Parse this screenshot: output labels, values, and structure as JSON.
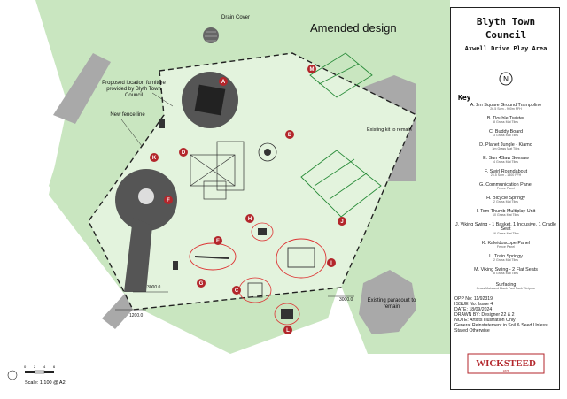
{
  "title": {
    "line1": "Blyth Town",
    "line2": "Council",
    "subtitle": "Axwell Drive Play Area"
  },
  "north_arrow": "N",
  "key_heading": "Key",
  "key_items": [
    {
      "letter": "A",
      "name": "2m Square Ground Trampoline",
      "sub": "26.5 Sqm - 900m FFH"
    },
    {
      "letter": "B",
      "name": "Double Twister",
      "sub": "8 Grass Mat Tiles"
    },
    {
      "letter": "C",
      "name": "Buddy Board",
      "sub": "3 Grass Mat Tiles"
    },
    {
      "letter": "D",
      "name": "Planet Jungle - Kiamo",
      "sub": "3m Grass Mat Tiles"
    },
    {
      "letter": "E",
      "name": "Sun 4Saw Seesaw",
      "sub": "4 Grass Mat Tiles"
    },
    {
      "letter": "F",
      "name": "Swirl Roundabout",
      "sub": "26.5 Sqm - 1300 FFH"
    },
    {
      "letter": "G",
      "name": "Communication Panel",
      "sub": "Fence Panel"
    },
    {
      "letter": "H",
      "name": "Bicycle Springy",
      "sub": "2 Grass Mat Tiles"
    },
    {
      "letter": "I",
      "name": "Tom Thumb Multiplay Unit",
      "sub": "10 Grass Mat Tiles"
    },
    {
      "letter": "J",
      "name": "Viking Swing - 1 Basket, 1 Inclusive, 1 Cradle Seat",
      "sub": "16 Grass Mat Tiles"
    },
    {
      "letter": "K",
      "name": "Kaleidoscope Panel",
      "sub": "Fence Panel"
    },
    {
      "letter": "L",
      "name": "Train Springy",
      "sub": "2 Grass Mat Tiles"
    },
    {
      "letter": "M",
      "name": "Viking Swing - 2 Flat Seats",
      "sub": "8 Grass Mat Tiles"
    }
  ],
  "surfacing": {
    "label": "Surfacing",
    "sub": "Grass Mats and Black Fast Pack Wetpour"
  },
  "drawing_info": {
    "opp_no": "OPP No:    11/92319",
    "issue": "ISSUE No:    Issue 4",
    "date": "DATE:    18/09/2024",
    "drawn_by": "DRAWN BY:    Designer 22 & 2",
    "note": "NOTE:    Artists Illustration Only",
    "general": "General Reinstatement in Soil & Seed Unless Stated Otherwise"
  },
  "brand": "WICKSTEED",
  "brand_tag": "1876",
  "plan": {
    "heading": "Amended design",
    "drain_cover": "Drain Cover",
    "proposed": "Proposed location furniture provided by Blyth Town Council",
    "new_fence": "New fence line",
    "existing_kit": "Existing kit to remain",
    "existing_paracourt": "Existing paracourt to remain",
    "dim_1": "3000.0",
    "dim_2": "1200.0",
    "dim_3": "3000.0",
    "scale_label": "Scale: 1:100 @ A2",
    "scale_ticks": [
      "0",
      "2",
      "4",
      "6"
    ],
    "markers": [
      "A",
      "B",
      "C",
      "D",
      "E",
      "F",
      "G",
      "H",
      "I",
      "J",
      "K",
      "L",
      "M"
    ]
  },
  "colors": {
    "grass": "#c9e6c0",
    "grass_light": "#e3f3dd",
    "tarmac": "#a9a9a9",
    "wetpour": "#555555",
    "marker": "#b3262b",
    "outline": "#3cb44b"
  }
}
